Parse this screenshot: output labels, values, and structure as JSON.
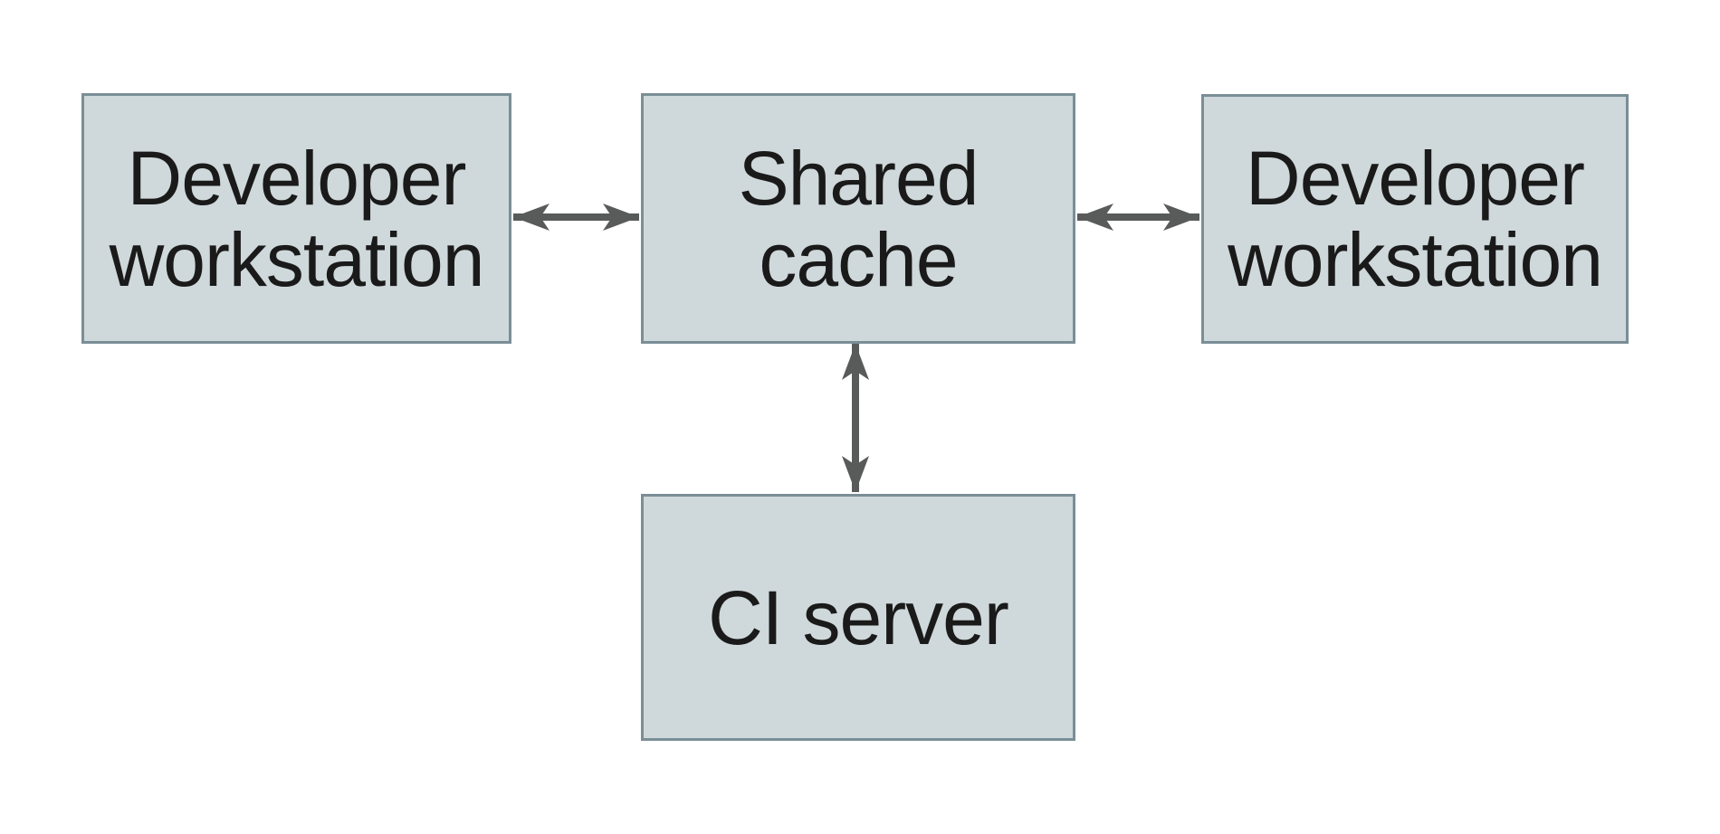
{
  "colors": {
    "bg": "#ffffff",
    "node_fill": "#cfd8da",
    "node_border": "#7a8e96",
    "arrow_color": "#595a5a",
    "text_color": "#1a1a1a"
  },
  "diagram": {
    "type": "architecture-diagram",
    "nodes": {
      "developer_workstation_left": {
        "lines": [
          "Developer",
          "workstation"
        ]
      },
      "shared_cache": {
        "lines": [
          "Shared",
          "cache"
        ]
      },
      "developer_workstation_right": {
        "lines": [
          "Developer",
          "workstation"
        ]
      },
      "ci_server": {
        "lines": [
          "CI server"
        ]
      }
    },
    "edges": [
      {
        "from": "developer_workstation_left",
        "to": "shared_cache",
        "style": "double-arrow",
        "orientation": "horizontal"
      },
      {
        "from": "shared_cache",
        "to": "developer_workstation_right",
        "style": "double-arrow",
        "orientation": "horizontal"
      },
      {
        "from": "shared_cache",
        "to": "ci_server",
        "style": "double-arrow",
        "orientation": "vertical"
      }
    ]
  }
}
